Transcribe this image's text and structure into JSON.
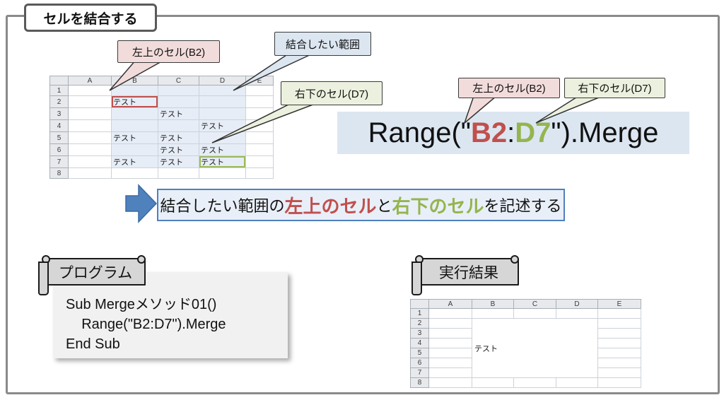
{
  "title": "セルを結合する",
  "callouts": {
    "top_left_cell": "左上のセル(B2)",
    "merge_range": "結合したい範囲",
    "bottom_right_cell": "右下のセル(D7)"
  },
  "code_display": {
    "prefix": "Range(\"",
    "start_cell": "B2",
    "colon": ":",
    "end_cell": "D7",
    "suffix": "\").Merge"
  },
  "explanation": {
    "part1": "結合したい範囲の",
    "part2": "左上のセル",
    "part3": "と",
    "part4": "右下のセル",
    "part5": "を記述する"
  },
  "program": {
    "banner": "プログラム",
    "lines": [
      "Sub Mergeメソッド01()",
      "    Range(\"B2:D7\").Merge",
      "End Sub"
    ]
  },
  "result": {
    "banner": "実行結果"
  },
  "sheet1": {
    "col_headers": [
      "A",
      "B",
      "C",
      "D",
      "E"
    ],
    "row_headers": [
      "1",
      "2",
      "3",
      "4",
      "5",
      "6",
      "7",
      "8"
    ],
    "cell_text": "テスト",
    "filled_cells": [
      "B2",
      "C3",
      "D4",
      "B5",
      "C5",
      "C6",
      "D6",
      "B7",
      "C7",
      "D7"
    ],
    "red_cell": "B2",
    "green_cell": "D7",
    "tint_range": "B1:D7"
  },
  "sheet2": {
    "col_headers": [
      "A",
      "B",
      "C",
      "D",
      "E"
    ],
    "row_headers": [
      "1",
      "2",
      "3",
      "4",
      "5",
      "6",
      "7",
      "8"
    ],
    "merged_range": "B2:D7",
    "merged_text": "テスト"
  },
  "colors": {
    "red": "#c0504d",
    "green": "#9bbb59",
    "accent_blue": "#4f81bd",
    "light_blue": "#dce6f1",
    "pink": "#f2dcdb",
    "light_green": "#ebf1de",
    "frame_gray": "#8a8a8a"
  }
}
